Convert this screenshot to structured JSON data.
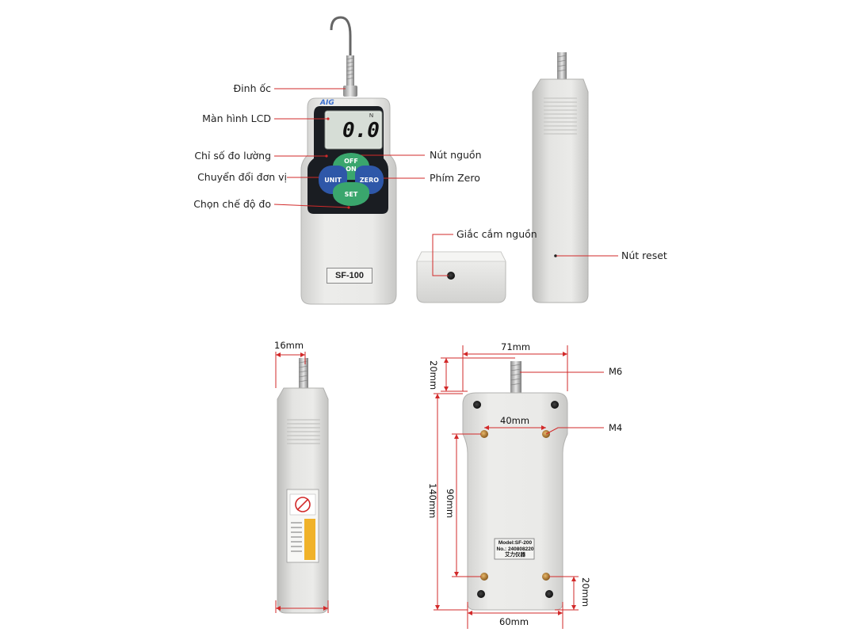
{
  "front_labels": {
    "dinh_oc": "Đinh ốc",
    "man_hinh_lcd": "Màn hình LCD",
    "chi_so_do_luong": "Chỉ số đo lường",
    "chuyen_doi_don_vi": "Chuyển đổi đơn vị",
    "chon_che_do_do": "Chọn chế độ đo",
    "nut_nguon": "Nút nguồn",
    "phim_zero": "Phím Zero"
  },
  "side_labels": {
    "giac_cam_nguon": "Giắc cắm nguồn",
    "nut_reset": "Nút reset"
  },
  "device": {
    "brand": "AIG",
    "lcd_reading": "0.0",
    "lcd_unit": "N",
    "key_off": "OFF",
    "key_on": "ON",
    "key_unit": "UNIT",
    "key_zero": "ZERO",
    "key_set": "SET",
    "model_badge": "SF-100"
  },
  "rear_plate": {
    "model": "Model:SF-200",
    "number": "No.: 240808220",
    "chinese": "艾力仪器"
  },
  "dimensions": {
    "side_width": "16mm",
    "top_width": "71mm",
    "hook_height": "20mm",
    "hole_spacing": "40mm",
    "total_height": "140mm",
    "hole_height": "90mm",
    "bottom_gap": "20mm",
    "bottom_width": "60mm",
    "thread_m6": "M6",
    "thread_m4": "M4"
  },
  "colors": {
    "body": "#e6e6e4",
    "panel": "#1a1d22",
    "key_green": "#3aa66d",
    "key_blue": "#2e57a8",
    "leader": "#d22a2a",
    "lcd": "#d6ddd6"
  }
}
